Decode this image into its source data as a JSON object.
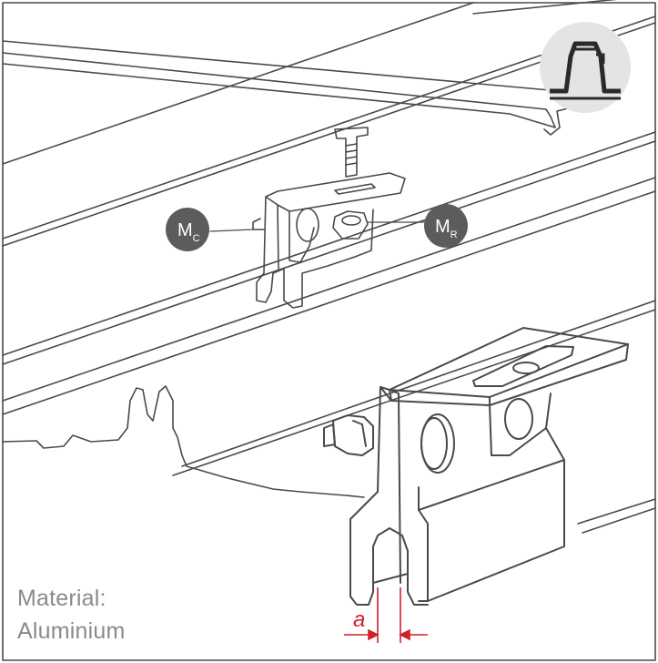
{
  "figure": {
    "callouts": [
      {
        "id": "mc",
        "main": "M",
        "sub": "C"
      },
      {
        "id": "mr",
        "main": "M",
        "sub": "R"
      }
    ],
    "dimension": {
      "label": "a"
    },
    "material": {
      "label": "Material:",
      "value": "Aluminium"
    },
    "profile_badge_icon": "trapezoidal-sheet-profile-icon",
    "colors": {
      "line": "#4a4a4a",
      "callout_fill": "#5c5c5c",
      "callout_text": "#ffffff",
      "badge_fill": "#e4e4e4",
      "dimension": "#d0202a",
      "caption": "#8a8a8a"
    }
  }
}
